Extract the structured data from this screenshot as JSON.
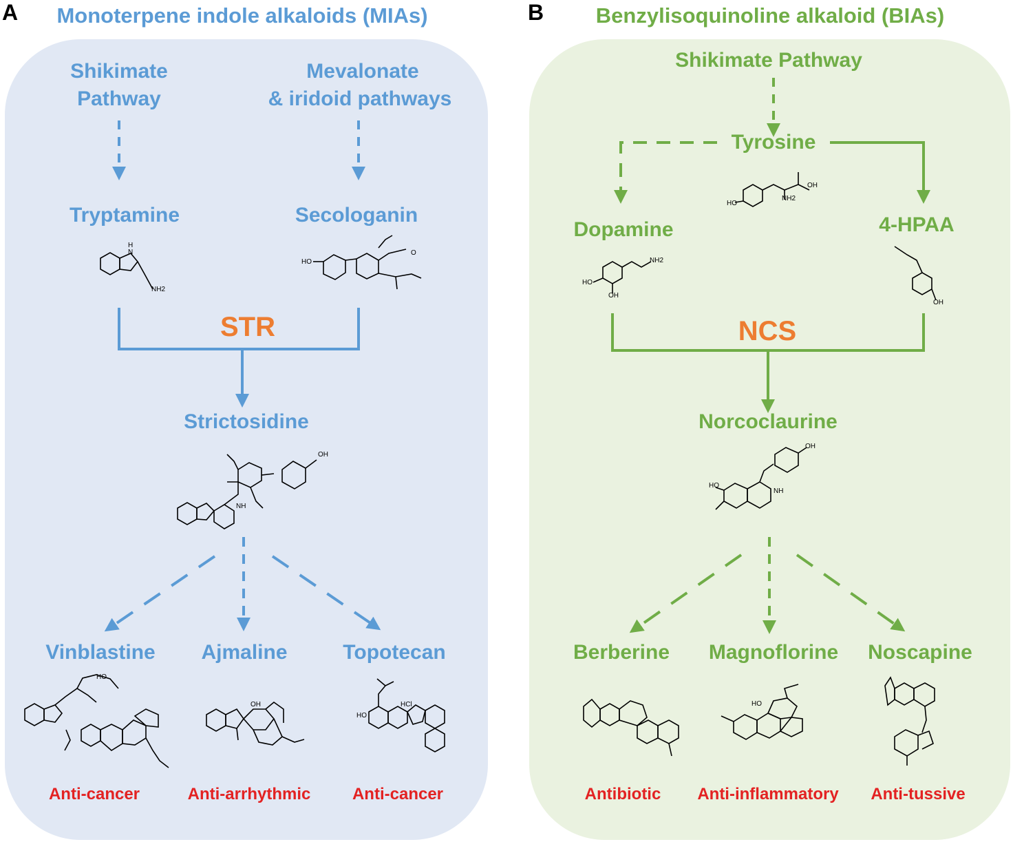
{
  "panel_a": {
    "letter": "A",
    "title": "Monoterpene indole alkaloids (MIAs)",
    "source_left_line1": "Shikimate",
    "source_left_line2": "Pathway",
    "source_right_line1": "Mevalonate",
    "source_right_line2": "& iridoid pathways",
    "precursor_left": "Tryptamine",
    "precursor_right": "Secologanin",
    "enzyme": "STR",
    "product": "Strictosidine",
    "derivatives": [
      {
        "name": "Vinblastine",
        "activity": "Anti-cancer"
      },
      {
        "name": "Ajmaline",
        "activity": "Anti-arrhythmic"
      },
      {
        "name": "Topotecan",
        "activity": "Anti-cancer"
      }
    ],
    "structure_labels": {
      "tryptamine_nh": "H N",
      "tryptamine_nh2": "NH2",
      "secologanin_ho": "HO",
      "secologanin_o": "O",
      "strictosidine_nh": "NH",
      "strictosidine_oh": "OH",
      "vinblastine_ho": "HO",
      "ajmaline_oh": "OH",
      "topotecan_ho": "HO",
      "topotecan_hcl": "HCl"
    }
  },
  "panel_b": {
    "letter": "B",
    "title": "Benzylisoquinoline alkaloid (BIAs)",
    "source": "Shikimate Pathway",
    "intermediate": "Tyrosine",
    "precursor_left": "Dopamine",
    "precursor_right": "4-HPAA",
    "enzyme": "NCS",
    "product": "Norcoclaurine",
    "derivatives": [
      {
        "name": "Berberine",
        "activity": "Antibiotic"
      },
      {
        "name": "Magnoflorine",
        "activity": "Anti-inflammatory"
      },
      {
        "name": "Noscapine",
        "activity": "Anti-tussive"
      }
    ],
    "structure_labels": {
      "tyrosine_ho": "HO",
      "tyrosine_oh": "OH",
      "tyrosine_nh2": "NH2",
      "dopamine_nh2": "NH2",
      "dopamine_ho": "HO",
      "dopamine_oh": "OH",
      "hpaa_oh": "OH",
      "norcoclaurine_oh": "OH",
      "norcoclaurine_ho": "HO",
      "norcoclaurine_nh": "NH",
      "magnoflorine_ho": "HO"
    }
  },
  "colors": {
    "panel_a_accent": "#5b9bd5",
    "panel_a_background": "#e1e8f4",
    "panel_b_accent": "#70ad47",
    "panel_b_background": "#eaf2e0",
    "enzyme": "#ed7d31",
    "activity": "#e32222"
  }
}
